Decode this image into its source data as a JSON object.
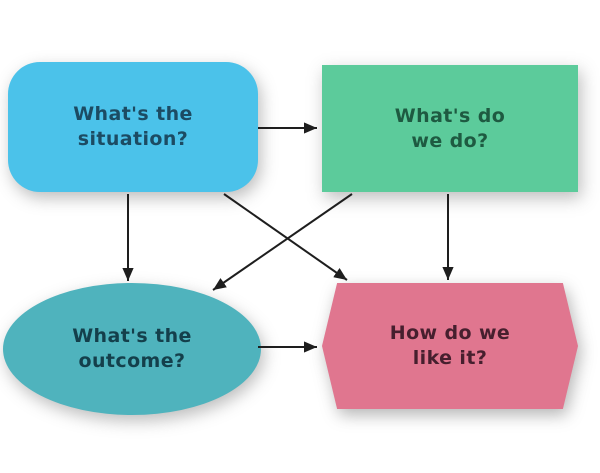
{
  "diagram": {
    "description": "Four-step decision feedback loop flowchart",
    "background_color": "#ffffff",
    "arrow_color": "#1e1e1e",
    "nodes": [
      {
        "id": "situation",
        "label": "What's the situation?",
        "shape": "rounded-rectangle",
        "fill": "#4bc2ea",
        "text_color": "#1c4b63"
      },
      {
        "id": "do",
        "label": "What's do we do?",
        "shape": "rectangle",
        "fill": "#5ccb9b",
        "text_color": "#1e5a41"
      },
      {
        "id": "outcome",
        "label": "What's the outcome?",
        "shape": "ellipse",
        "fill": "#4fb3bd",
        "text_color": "#143f4b"
      },
      {
        "id": "like",
        "label": "How do we like it?",
        "shape": "hexagon",
        "fill": "#e0768f",
        "text_color": "#461f2e"
      }
    ],
    "edges": [
      {
        "from": "situation",
        "to": "do"
      },
      {
        "from": "situation",
        "to": "outcome"
      },
      {
        "from": "situation",
        "to": "like"
      },
      {
        "from": "do",
        "to": "outcome"
      },
      {
        "from": "do",
        "to": "like"
      },
      {
        "from": "outcome",
        "to": "like"
      }
    ]
  }
}
